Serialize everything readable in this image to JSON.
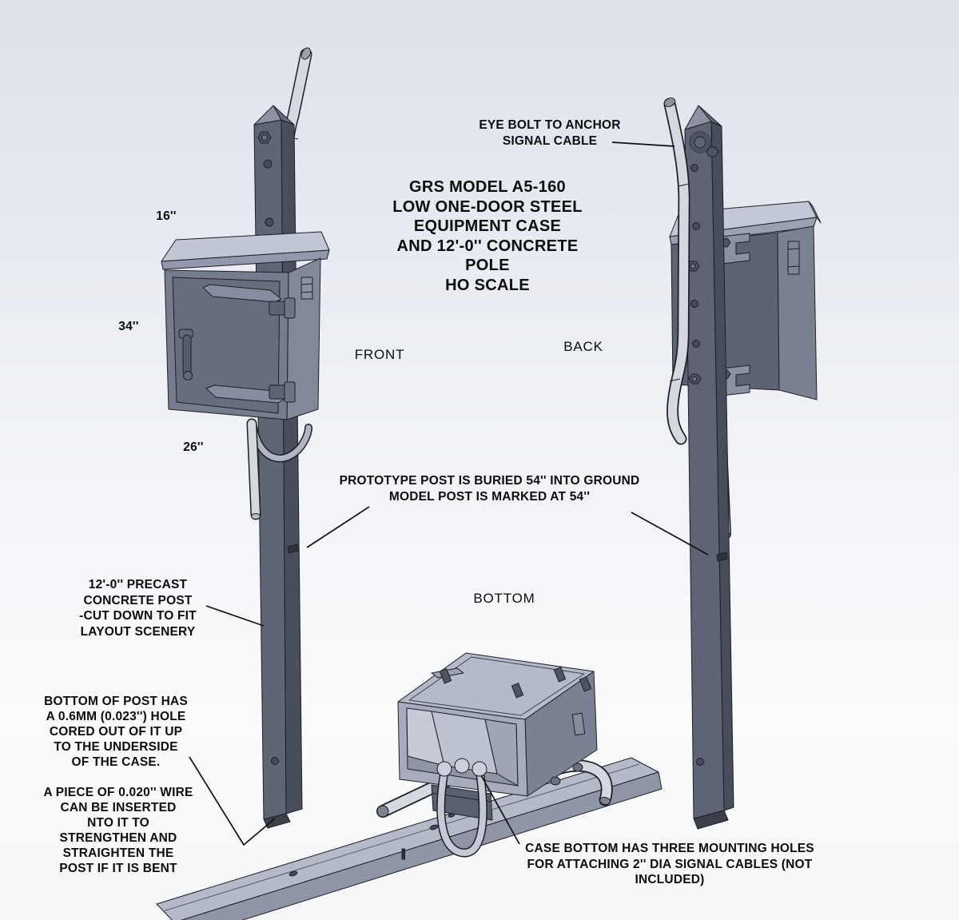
{
  "drawing": {
    "title": "GRS MODEL A5-160\nLOW ONE-DOOR STEEL\nEQUIPMENT CASE\nAND 12'-0'' CONCRETE\nPOLE\nHO SCALE"
  },
  "views": {
    "front": "FRONT",
    "back": "BACK",
    "bottom": "BOTTOM"
  },
  "dimensions": {
    "depth": "16''",
    "height": "34''",
    "width": "26''"
  },
  "annotations": {
    "eye_bolt": "EYE BOLT TO ANCHOR\nSIGNAL CABLE",
    "buried": "PROTOTYPE POST IS BURIED 54'' INTO GROUND\nMODEL POST IS MARKED AT 54''",
    "precast": "12'-0'' PRECAST\nCONCRETE POST\n-CUT DOWN TO FIT\nLAYOUT SCENERY",
    "cored_hole": "BOTTOM OF POST HAS\nA 0.6MM (0.023'') HOLE\nCORED OUT OF IT UP\nTO THE UNDERSIDE\nOF THE CASE.",
    "wire": "A PIECE OF 0.020'' WIRE\nCAN BE INSERTED\nNTO IT TO\nSTRENGTHEN AND\nSTRAIGHTEN THE\nPOST IF IT IS BENT",
    "mounting_holes": "CASE BOTTOM HAS THREE MOUNTING HOLES\nFOR ATTACHING 2'' DIA SIGNAL CABLES (NOT\nINCLUDED)"
  },
  "colors": {
    "background_top": "#dde1ea",
    "background_bottom": "#fafbfc",
    "post_front": "#5e6575",
    "post_side": "#484e5b",
    "case_roof": "#c1c6d4",
    "case_door": "#697080",
    "pipe": "#d5d8df",
    "edge_line": "#1d1f24",
    "text": "#0b0c0e"
  }
}
